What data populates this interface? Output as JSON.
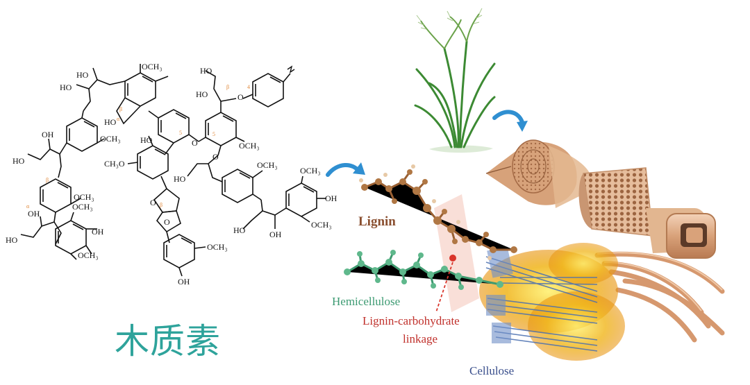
{
  "title_cn": "木质素",
  "labels": {
    "lignin": "Lignin",
    "hemicellulose": "Hemicellulose",
    "lcc_line1": "Lignin-carbohydrate",
    "lcc_line2": "linkage",
    "cellulose": "Cellulose"
  },
  "structure_groups": {
    "och3": "OCH₃",
    "ch3o": "CH₃O",
    "oh": "OH",
    "ho": "HO",
    "o": "O"
  },
  "colors": {
    "title": "#2ea39b",
    "lignin": "#8a4f30",
    "hemicellulose": "#3c9a72",
    "linkage": "#c0302b",
    "cellulose": "#3a4f8c",
    "arrow": "#2f8fd1",
    "fiber": "#d9a27a"
  }
}
